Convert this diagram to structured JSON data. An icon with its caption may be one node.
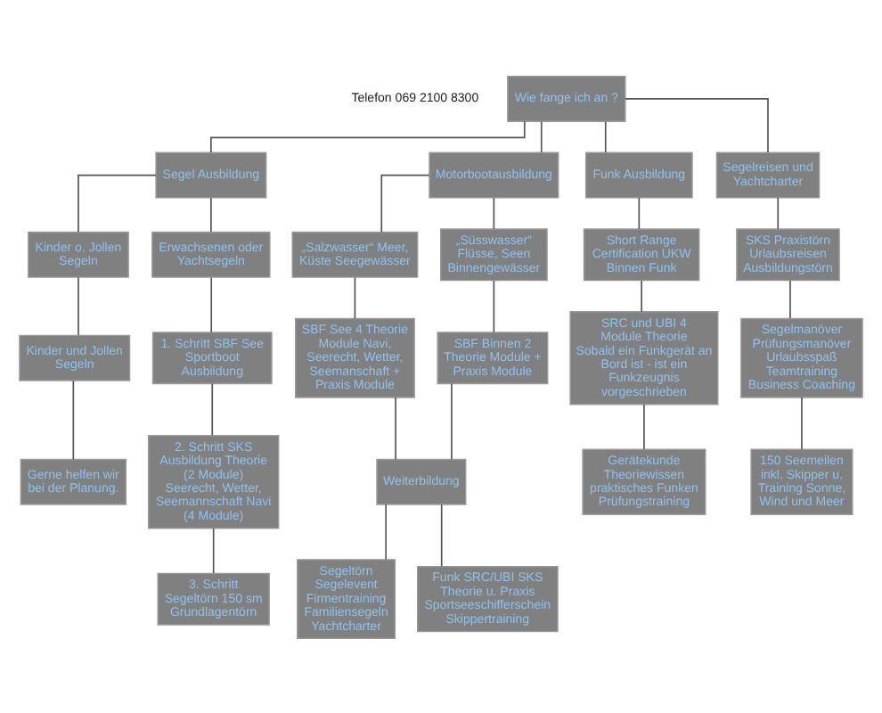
{
  "diagram": {
    "nodes": [
      {
        "text": [
          "Wie fange ich an ?"
        ]
      },
      {
        "text": [
          "Segel Ausbildung"
        ]
      },
      {
        "text": [
          "Motorbootausbildung"
        ]
      },
      {
        "text": [
          "Funk Ausbildung"
        ]
      },
      {
        "text": [
          "Segelreisen und Yachtcharter"
        ]
      },
      {
        "text": [
          "Kinder o. Jollen Segeln"
        ]
      },
      {
        "text": [
          "Erwachsenen oder Yachtsegeln"
        ]
      },
      {
        "text": [
          "Kinder und Jollen Segeln"
        ]
      },
      {
        "text": [
          "Gerne helfen wir bei der Planung."
        ]
      },
      {
        "text": [
          "1. Schritt SBF See Sportboot Ausbildung"
        ]
      },
      {
        "text": [
          "2. Schritt SKS Ausbildung Theorie (2 Module) Seerecht, Wetter, Seemannschaft Navi (4 Module)"
        ]
      },
      {
        "text": [
          "3. Schritt Segeltörn 150 sm Grundlagentörn"
        ]
      },
      {
        "text": [
          "„Salzwasser“ Meer, Küste Seegewässer"
        ]
      },
      {
        "text": [
          "„Süsswasser“ Flüsse, Seen Binnengewässer"
        ]
      },
      {
        "text": [
          "SBF See 4 Theorie Module Navi, Seerecht, Wetter, Seemanschaft + Praxis Module"
        ]
      },
      {
        "text": [
          "SBF Binnen 2 Theorie Module + Praxis Module"
        ]
      },
      {
        "text": [
          "Weiterbildung"
        ]
      },
      {
        "text": [
          "Segeltörn Segelevent Firmentraining Familiensegeln Yachtcharter"
        ]
      },
      {
        "text": [
          "Funk SRC/UBI SKS Theorie u. Praxis Sportseeschifferschein Skippertraining"
        ]
      },
      {
        "text": [
          "Short Range Certification UKW Binnen Funk"
        ]
      },
      {
        "text": [
          "SRC und UBI 4 Module Theorie",
          "Sobald ein Funkgerät an Bord ist - ist ein Funkzeugnis vorgeschrieben"
        ]
      },
      {
        "text": [
          "Gerätekunde Theoriewissen praktisches Funken Prüfungstraining"
        ]
      },
      {
        "text": [
          "SKS Praxistörn Urlaubsreisen Ausbildungstörn"
        ]
      },
      {
        "text": [
          "Segelmanöver Prüfungsmanöver Urlaubsspaß Teamtraining Business Coaching"
        ]
      },
      {
        "text": [
          "150 Seemeilen inkl. Skipper u. Training Sonne, Wind und Meer"
        ]
      }
    ],
    "edges": [
      {
        "from": 0,
        "to": 1,
        "arrow": "none"
      },
      {
        "from": 0,
        "to": 2,
        "arrow": "none"
      },
      {
        "from": 0,
        "to": 3,
        "arrow": "none"
      },
      {
        "from": 0,
        "to": 4,
        "arrow": "none"
      },
      {
        "from": 1,
        "to": 5,
        "arrow": "none"
      },
      {
        "from": 1,
        "to": 6,
        "arrow": "none"
      },
      {
        "from": 5,
        "to": 7,
        "arrow": "none"
      },
      {
        "from": 7,
        "to": 8,
        "arrow": "none"
      },
      {
        "from": 6,
        "to": 9,
        "arrow": "none"
      },
      {
        "from": 9,
        "to": 10,
        "arrow": "none"
      },
      {
        "from": 10,
        "to": 11,
        "arrow": "none"
      },
      {
        "from": 2,
        "to": 12,
        "arrow": "none"
      },
      {
        "from": 2,
        "to": 13,
        "arrow": "none"
      },
      {
        "from": 12,
        "to": 14,
        "arrow": "none"
      },
      {
        "from": 13,
        "to": 15,
        "arrow": "none"
      },
      {
        "from": 14,
        "to": 16,
        "arrow": "none"
      },
      {
        "from": 15,
        "to": 16,
        "arrow": "none"
      },
      {
        "from": 16,
        "to": 17,
        "arrow": "none"
      },
      {
        "from": 16,
        "to": 18,
        "arrow": "none"
      },
      {
        "from": 3,
        "to": 19,
        "arrow": "none"
      },
      {
        "from": 19,
        "to": 20,
        "arrow": "none"
      },
      {
        "from": 20,
        "to": 21,
        "arrow": "none"
      },
      {
        "from": 4,
        "to": 22,
        "arrow": "none"
      },
      {
        "from": 22,
        "to": 23,
        "arrow": "none"
      },
      {
        "from": 23,
        "to": 24,
        "arrow": "none"
      }
    ],
    "labels": [
      "Telefon 069 2100 8300"
    ]
  }
}
